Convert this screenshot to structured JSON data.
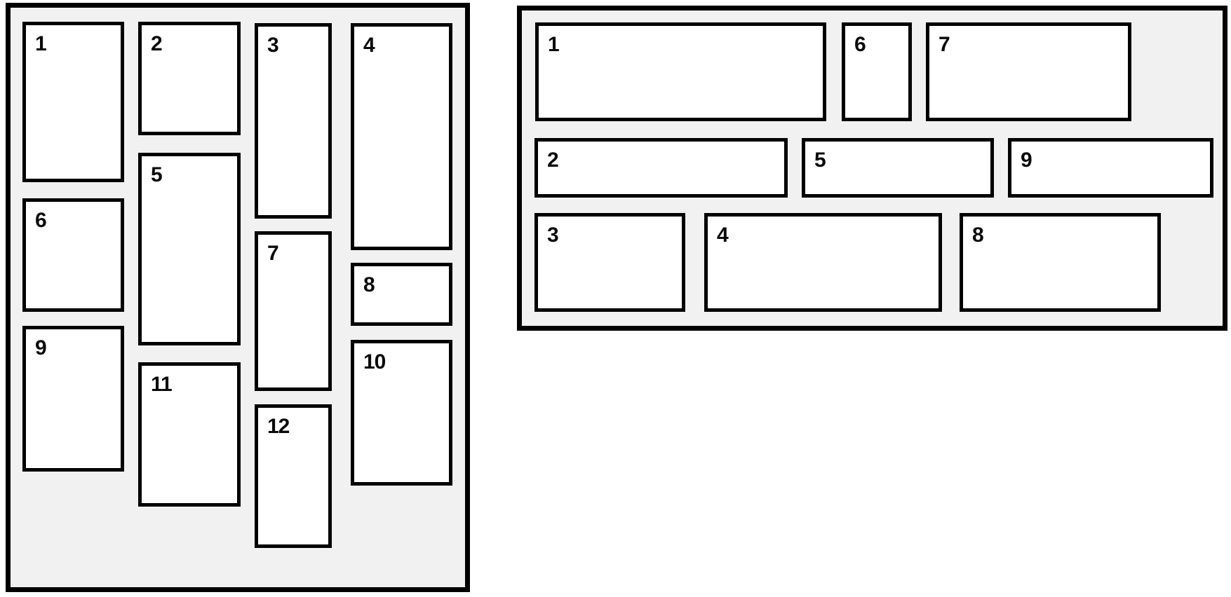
{
  "style": {
    "page_bg": "#ffffff",
    "panel_bg": "#f1f1f1",
    "card_bg": "#ffffff",
    "border_color": "#000000",
    "number_color": "#0a0a0a"
  },
  "left_panel": {
    "description": "column-ordered masonry grid",
    "items": [
      {
        "label": "1"
      },
      {
        "label": "2"
      },
      {
        "label": "3"
      },
      {
        "label": "4"
      },
      {
        "label": "5"
      },
      {
        "label": "6"
      },
      {
        "label": "7"
      },
      {
        "label": "8"
      },
      {
        "label": "9"
      },
      {
        "label": "10"
      },
      {
        "label": "11"
      },
      {
        "label": "12"
      }
    ]
  },
  "right_panel": {
    "description": "row-ordered masonry grid",
    "items": [
      {
        "label": "1"
      },
      {
        "label": "2"
      },
      {
        "label": "3"
      },
      {
        "label": "4"
      },
      {
        "label": "5"
      },
      {
        "label": "6"
      },
      {
        "label": "7"
      },
      {
        "label": "8"
      },
      {
        "label": "9"
      }
    ]
  }
}
